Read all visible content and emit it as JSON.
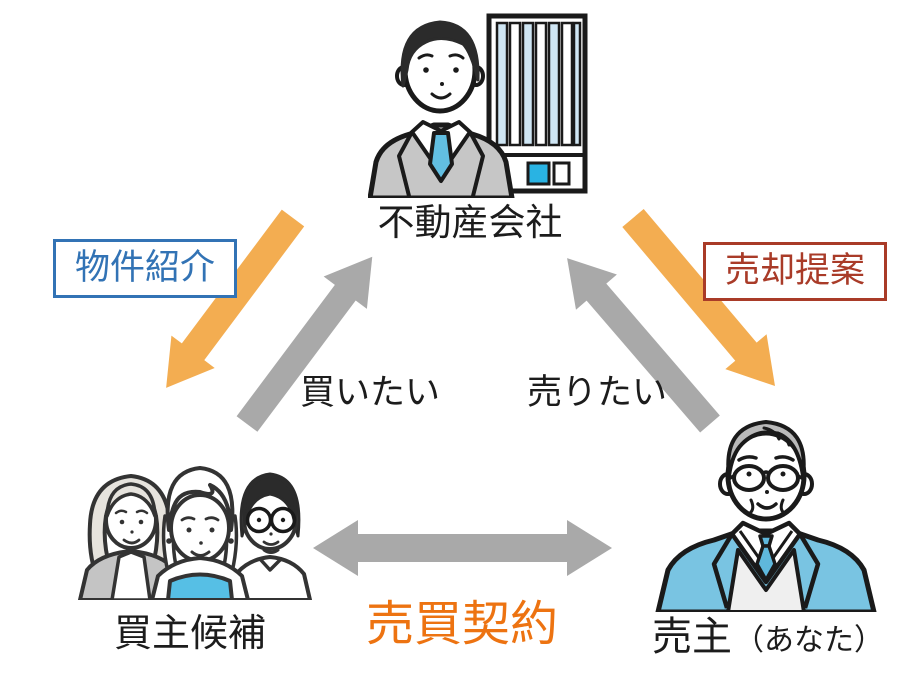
{
  "diagram": {
    "title": "real-estate-transaction-relationship",
    "nodes": {
      "company": {
        "label": "不動産会社",
        "illustration": "businessman-with-building-icon"
      },
      "buyers": {
        "label": "買主候補",
        "illustration": "three-buyer-candidates-icon"
      },
      "seller": {
        "label": "売主",
        "suffix": "（あなた）",
        "illustration": "elderly-man-icon"
      }
    },
    "edges": {
      "property_intro": {
        "label": "物件紹介",
        "from": "company",
        "to": "buyers",
        "arrow": "orange",
        "box_color": "#3273b5"
      },
      "want_to_buy": {
        "label": "買いたい",
        "from": "buyers",
        "to": "company",
        "arrow": "gray"
      },
      "want_to_sell": {
        "label": "売りたい",
        "from": "seller",
        "to": "company",
        "arrow": "gray"
      },
      "sale_proposal": {
        "label": "売却提案",
        "from": "company",
        "to": "seller",
        "arrow": "orange",
        "box_color": "#a93b28"
      },
      "sales_contract": {
        "label": "売買契約",
        "between": "buyers-seller",
        "arrow": "gray-double",
        "label_color": "#ed7311"
      }
    },
    "colors": {
      "arrow_orange": "#f3ad51",
      "arrow_gray": "#a9a9a9",
      "intro_blue": "#3273b5",
      "proposal_red": "#a93b28",
      "contract_orange": "#ed7311",
      "text_black": "#1c1c1c",
      "accent_cyan": "#29b3e3",
      "jacket_blue": "#79c4e2",
      "tie_blue": "#62bfe2"
    }
  }
}
